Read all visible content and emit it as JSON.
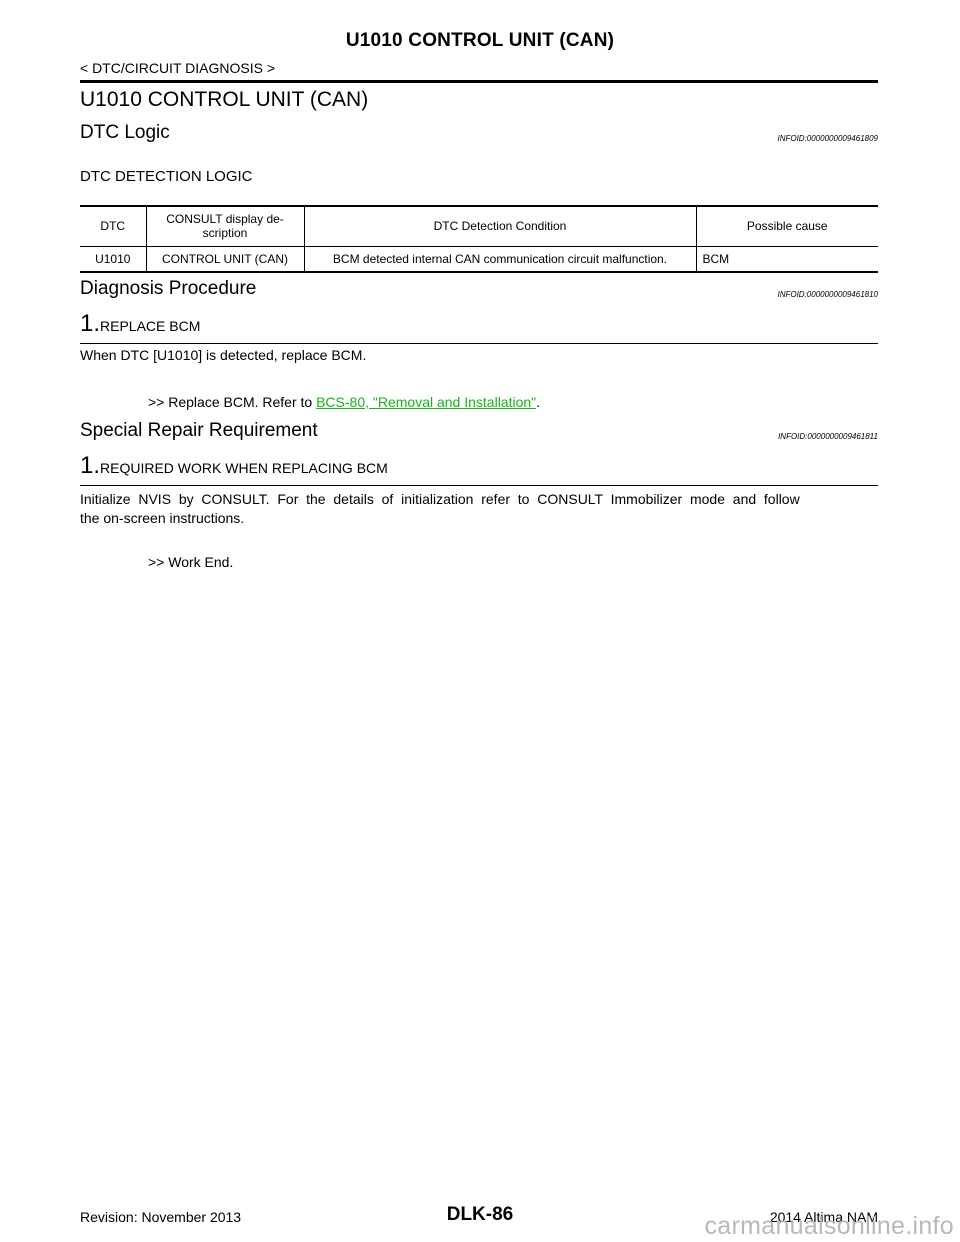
{
  "header": {
    "title": "U1010 CONTROL UNIT (CAN)",
    "breadcrumb": "< DTC/CIRCUIT DIAGNOSIS >"
  },
  "section_title": "U1010 CONTROL UNIT (CAN)",
  "dtc_logic": {
    "heading": "DTC Logic",
    "infoid": "INFOID:0000000009461809",
    "subheading": "DTC DETECTION LOGIC",
    "table": {
      "headers": [
        "DTC",
        "CONSULT display de-\nscription",
        "DTC Detection Condition",
        "Possible cause"
      ],
      "rows": [
        [
          "U1010",
          "CONTROL UNIT (CAN)",
          "BCM detected internal CAN communication circuit malfunction.",
          "BCM"
        ]
      ]
    }
  },
  "diagnosis": {
    "heading": "Diagnosis Procedure",
    "infoid": "INFOID:0000000009461810",
    "step_number": "1.",
    "step_title": "REPLACE BCM",
    "body": "When DTC [U1010] is detected, replace BCM.",
    "result_prefix": ">> Replace BCM. Refer to ",
    "result_link": "BCS-80, \"Removal and Installation\"",
    "result_suffix": "."
  },
  "special_repair": {
    "heading": "Special Repair Requirement",
    "infoid": "INFOID:0000000009461811",
    "step_number": "1.",
    "step_title": "REQUIRED WORK WHEN REPLACING BCM",
    "body_line1": "Initialize  NVIS  by  CONSULT.  For  the  details  of  initialization  refer  to  CONSULT  Immobilizer  mode  and  follow",
    "body_line2": "the on-screen instructions.",
    "result": ">> Work End."
  },
  "footer": {
    "revision": "Revision: November 2013",
    "page": "DLK-86",
    "model": "2014 Altima NAM",
    "watermark": "carmanualsonline.info"
  }
}
